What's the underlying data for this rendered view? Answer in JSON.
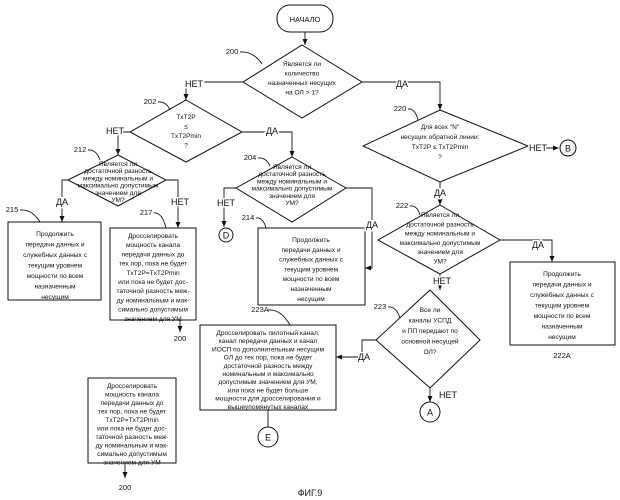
{
  "figure_caption": "ФИГ.9",
  "start": {
    "label": "НАЧАЛО"
  },
  "nodes": {
    "d200": {
      "ref": "200",
      "lines": [
        "Является ли",
        "количество",
        "назначенных несущих",
        "на ОЛ > 1?"
      ]
    },
    "d202": {
      "ref": "202",
      "lines": [
        "TxT2P",
        "≤",
        "TxT2Pmin",
        "?"
      ]
    },
    "d212": {
      "ref": "212",
      "lines": [
        "Является ли",
        "достаточной разность",
        "между номинальным и",
        "максимально допустимым",
        "значением для",
        "УМ?"
      ]
    },
    "d204": {
      "ref": "204",
      "lines": [
        "Является ли",
        "достаточной разность",
        "между номинальным и",
        "максимально допустимым",
        "значением для",
        "УМ?"
      ]
    },
    "d220": {
      "ref": "220",
      "lines": [
        "Для всех \"N\"",
        "несущих обратной линии:",
        "TxT2P ≤ TxT2Pmin",
        "?"
      ]
    },
    "d222": {
      "ref": "222",
      "lines": [
        "Является ли",
        "достаточной разность",
        "между номинальным и",
        "максимально допустимым",
        "значением для",
        "УМ?"
      ]
    },
    "d223": {
      "ref": "223",
      "lines": [
        "Все ли",
        "каналы УСПД",
        "и ПП передают по",
        "основной несущей",
        "ОЛ?"
      ]
    },
    "b215": {
      "ref": "215",
      "lines": [
        "Продолжить",
        "передачи данных и",
        "служебных данных с",
        "текущим уровнем",
        "мощности по всем",
        "назначенным",
        "несущим"
      ]
    },
    "b217": {
      "ref": "217",
      "lines": [
        "Дросселировать",
        "мощность канала",
        "передачи данных до",
        "тех пор, пока не будет",
        "TxT2P=TxT2Pmin",
        "или пока не будет дос-",
        "таточной разность меж-",
        "ду номинальным и мак-",
        "симально допустимым",
        "значением для УМ"
      ]
    },
    "b214": {
      "ref": "214",
      "lines": [
        "Продолжить",
        "передачи данных и",
        "служебных данных с",
        "текущим уровнем",
        "мощности по всем",
        "назначенным",
        "несущим"
      ]
    },
    "b222A": {
      "ref": "222A",
      "lines": [
        "Продолжить",
        "передачи данных и",
        "служебных данных с",
        "текущим уровнем",
        "мощности по всем",
        "назначенным",
        "несущим"
      ]
    },
    "b223A": {
      "ref": "223A",
      "lines": [
        "Дросселировать пилотный канал,",
        "канал передачи данных и канал",
        "ИОСП по дополнительным несущим",
        "ОЛ до тех пор, пока не будет",
        "достаточной разность между",
        "номинальным и максимально",
        "допустимым значением для УМ,",
        "или пока не будет больше",
        "мощности для дросселирования и",
        "вышеупомянутых каналах"
      ]
    },
    "bLower": {
      "lines": [
        "Дросселировать",
        "мощность канала",
        "передачи данных до",
        "тех пор, пока не будет",
        "TxT2P=TxT2Pmin",
        "или пока не будет дос-",
        "таточной разность меж-",
        "ду номинальным и мак-",
        "симально допустимым",
        "значением для УМ"
      ]
    }
  },
  "branch_labels": {
    "yes": "ДА",
    "no": "НЕТ"
  },
  "connectors": {
    "A": "A",
    "B": "B",
    "D": "D",
    "E": "E"
  },
  "goto_labels": {
    "g217": "200",
    "gLower": "200"
  }
}
